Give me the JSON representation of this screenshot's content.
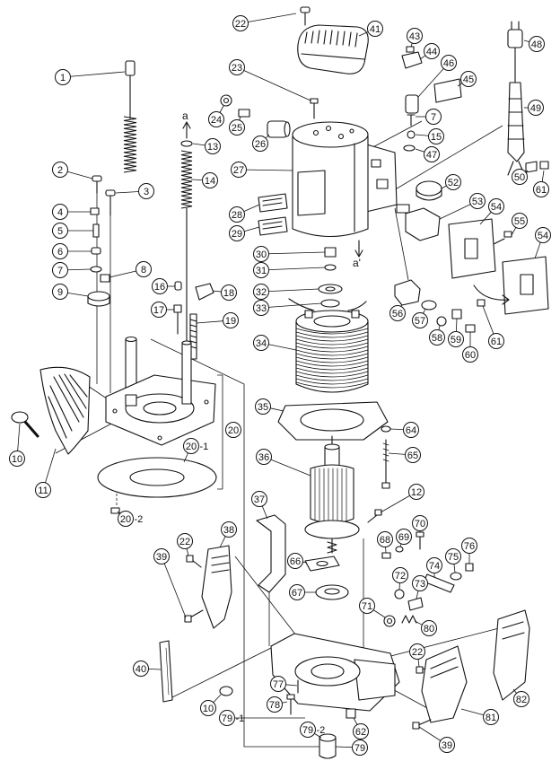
{
  "callouts": [
    "22",
    "41",
    "43",
    "44",
    "46",
    "45",
    "48",
    "49",
    "23",
    "1",
    "24",
    "25",
    "26",
    "13",
    "7",
    "15",
    "47",
    "27",
    "2",
    "3",
    "14",
    "4",
    "5",
    "6",
    "7",
    "8",
    "9",
    "52",
    "50",
    "61",
    "53",
    "54",
    "55",
    "54",
    "28",
    "29",
    "30",
    "31",
    "32",
    "33",
    "16",
    "17",
    "18",
    "19",
    "56",
    "57",
    "58",
    "59",
    "60",
    "61",
    "34",
    "35",
    "64",
    "20",
    "10",
    "11",
    "36",
    "65",
    "12",
    "37",
    "38",
    "70",
    "69",
    "68",
    "76",
    "75",
    "74",
    "22",
    "39",
    "66",
    "72",
    "73",
    "67",
    "71",
    "80",
    "22",
    "40",
    "77",
    "78",
    "10",
    "62",
    "82",
    "81",
    "39",
    "79"
  ],
  "suffixed_callouts": [
    {
      "number": "20",
      "suffix": "-1"
    },
    {
      "number": "20",
      "suffix": "-2"
    },
    {
      "number": "79",
      "suffix": "-1"
    },
    {
      "number": "79",
      "suffix": "-2"
    }
  ],
  "reference_marks": [
    "a",
    "a'"
  ]
}
